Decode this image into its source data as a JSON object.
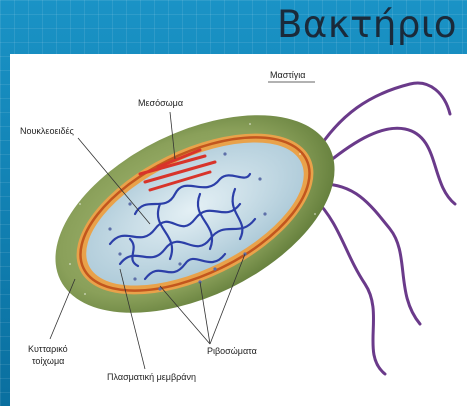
{
  "slide": {
    "title": "Βακτήριο"
  },
  "diagram": {
    "labels": {
      "flagella": "Μαστίγια",
      "mesosome": "Μεσόσωμα",
      "nucleoid": "Νουκλεοειδές",
      "cell_wall_line1": "Κυτταρικό",
      "cell_wall_line2": "τοίχωμα",
      "ribosomes": "Ριβοσώματα",
      "plasma_membrane": "Πλασματική μεμβράνη"
    },
    "colors": {
      "cell_wall": "#8aa05a",
      "membrane": "#d97a2a",
      "cytoplasm": "#c9dfe8",
      "dna": "#2c3fa8",
      "mesosome": "#d8342a",
      "flagella": "#6a3a8a"
    }
  }
}
